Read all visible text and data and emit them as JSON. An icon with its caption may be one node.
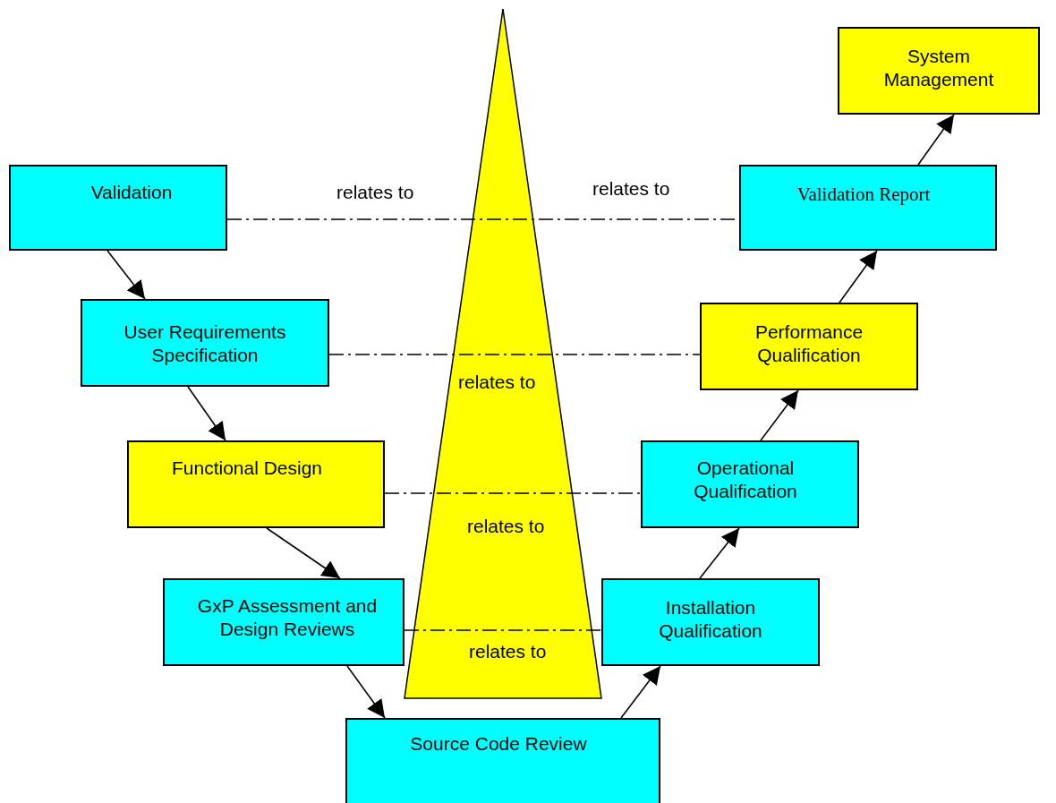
{
  "diagram": {
    "nodes": [
      {
        "text": [
          "Validation"
        ]
      },
      {
        "text": [
          "User Requirements Specification"
        ]
      },
      {
        "text": [
          "Functional Design"
        ]
      },
      {
        "text": [
          "GxP Assessment and Design Reviews"
        ]
      },
      {
        "text": [
          "Source Code Review"
        ]
      },
      {
        "text": [
          "Installation Qualification"
        ]
      },
      {
        "text": [
          "Operational Qualification"
        ]
      },
      {
        "text": [
          "Performance Qualification"
        ]
      },
      {
        "text": [
          "Validation Report"
        ]
      },
      {
        "text": [
          "System Management"
        ]
      }
    ],
    "edges": [
      {
        "from": 0,
        "to": 1,
        "arrow": "to"
      },
      {
        "from": 1,
        "to": 2,
        "arrow": "to"
      },
      {
        "from": 2,
        "to": 3,
        "arrow": "to"
      },
      {
        "from": 3,
        "to": 4,
        "arrow": "to"
      },
      {
        "from": 4,
        "to": 5,
        "arrow": "to"
      },
      {
        "from": 5,
        "to": 6,
        "arrow": "to"
      },
      {
        "from": 6,
        "to": 7,
        "arrow": "to"
      },
      {
        "from": 7,
        "to": 8,
        "arrow": "to"
      },
      {
        "from": 8,
        "to": 9,
        "arrow": "to"
      },
      {
        "from": 0,
        "to": 8,
        "arrow": "none",
        "style": "dashed",
        "label": "relates to"
      },
      {
        "from": 1,
        "to": 7,
        "arrow": "none",
        "style": "dashed",
        "label": "relates to"
      },
      {
        "from": 2,
        "to": 6,
        "arrow": "none",
        "style": "dashed",
        "label": "relates to"
      },
      {
        "from": 3,
        "to": 5,
        "arrow": "none",
        "style": "dashed",
        "label": "relates to"
      }
    ],
    "labels": [
      "relates to"
    ]
  }
}
